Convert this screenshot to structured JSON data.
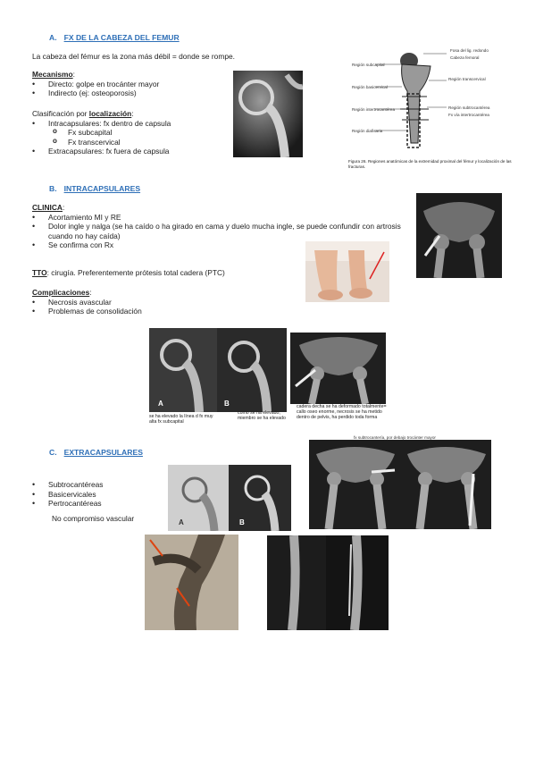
{
  "sections": {
    "a": {
      "letter": "A.",
      "title": "FX DE LA CABEZA DEL FEMUR",
      "intro": "La cabeza del fémur es la zona más débil = donde se rompe.",
      "mecanismo_label": "Mecanismo",
      "mecanismo_items": [
        "Directo: golpe en trocánter mayor",
        "Indirecto (ej: osteoporosis)"
      ],
      "clasif_prefix": "Clasificación por ",
      "clasif_label": "localización",
      "intra": "Intracapsulares: fx dentro de capsula",
      "intra_sub": [
        "Fx subcapital",
        "Fx transcervical"
      ],
      "extra": "Extracapsulares: fx fuera de capsula"
    },
    "b": {
      "letter": "B.",
      "title": "INTRACAPSULARES",
      "clinica_label": "CLINICA",
      "clinica_items": [
        "Acortamiento MI y RE",
        "Dolor ingle y nalga (se ha caído o ha girado en cama y duelo mucha ingle, se puede confundir con artrosis cuando no hay caída)",
        "Se confirma con Rx"
      ],
      "tto_label": "TTO",
      "tto_text": ": cirugía. Preferentemente prótesis total cadera (PTC)",
      "compl_label": "Complicaciones",
      "compl_items": [
        "Necrosis avascular",
        "Problemas de consolidación"
      ]
    },
    "c": {
      "letter": "C.",
      "title": "EXTRACAPSULARES",
      "items": [
        "Subtrocantéreas",
        "Basicervicales",
        "Pertrocantéreas"
      ],
      "note": "No compromiso vascular"
    }
  },
  "figures": {
    "diagram_labels": [
      "Fosa del lig. redondo",
      "Cabeza femoral",
      "Región subcapital",
      "Región transcervical",
      "Región basicervical",
      "Región intertrocantérea",
      "Región subtrocantérea",
      "Fx vía intertrocantérea",
      "Región diafisaria"
    ],
    "diagram_caption": "Figura 26. Regiones anatómicas de la extremidad proximal del fémur y localización de las fracturas.",
    "xray_captions": {
      "left": "se ha elevado la línea d fx muy alta fx subcapital",
      "middle": "como se ha elevado, miembro se ha elevado",
      "right": "cadera decha se ha deformado totalmente= callo oseo enorme, necrosis se ha metido dentro de pelvis, ha perdido toda forma"
    },
    "extra_caption": "fx subtrocantería, por debajo trocánter mayor",
    "letters": {
      "a": "A",
      "b": "B"
    }
  },
  "colors": {
    "heading": "#2e6fb7",
    "text": "#222222"
  }
}
